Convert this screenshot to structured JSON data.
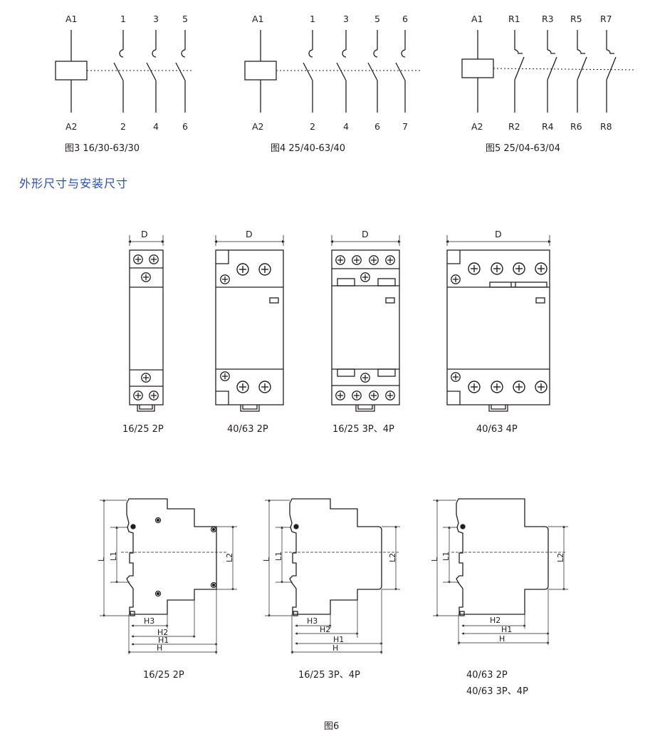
{
  "circuits": [
    {
      "caption": "图3 16/30-63/30",
      "coil_top": "A1",
      "coil_bottom": "A2",
      "poles": [
        {
          "top": "1",
          "bottom": "2"
        },
        {
          "top": "3",
          "bottom": "4"
        },
        {
          "top": "5",
          "bottom": "6"
        }
      ]
    },
    {
      "caption": "图4 25/40-63/40",
      "coil_top": "A1",
      "coil_bottom": "A2",
      "poles": [
        {
          "top": "1",
          "bottom": "2"
        },
        {
          "top": "3",
          "bottom": "4"
        },
        {
          "top": "5",
          "bottom": "6"
        },
        {
          "top": "6",
          "bottom": "7"
        }
      ]
    },
    {
      "caption": "图5 25/04-63/04",
      "coil_top": "A1",
      "coil_bottom": "A2",
      "poles": [
        {
          "top": "R1",
          "bottom": "R2"
        },
        {
          "top": "R3",
          "bottom": "R4"
        },
        {
          "top": "R5",
          "bottom": "R6"
        },
        {
          "top": "R7",
          "bottom": "R8"
        }
      ]
    }
  ],
  "section_heading": "外形尺寸与安装尺寸",
  "front_views": [
    {
      "dim": "D",
      "caption": "16/25  2P"
    },
    {
      "dim": "D",
      "caption": "40/63  2P"
    },
    {
      "dim": "D",
      "caption": "16/25  3P、4P"
    },
    {
      "dim": "D",
      "caption": "40/63  4P"
    }
  ],
  "side_views": [
    {
      "dims": {
        "L": "L",
        "L1": "L1",
        "L2": "L2",
        "H": "H",
        "H1": "H1",
        "H2": "H2",
        "H3": "H3"
      },
      "captions": [
        "16/25  2P"
      ]
    },
    {
      "dims": {
        "L": "L",
        "L1": "L1",
        "L2": "L2",
        "H": "H",
        "H1": "H1",
        "H2": "H2",
        "H3": "H3"
      },
      "captions": [
        "16/25  3P、4P"
      ]
    },
    {
      "dims": {
        "L": "L",
        "L1": "L1",
        "L2": "L2",
        "H": "H",
        "H1": "H1",
        "H2": "H2"
      },
      "captions": [
        "40/63  2P",
        "40/63  3P、4P"
      ]
    }
  ],
  "figure_caption": "图6"
}
